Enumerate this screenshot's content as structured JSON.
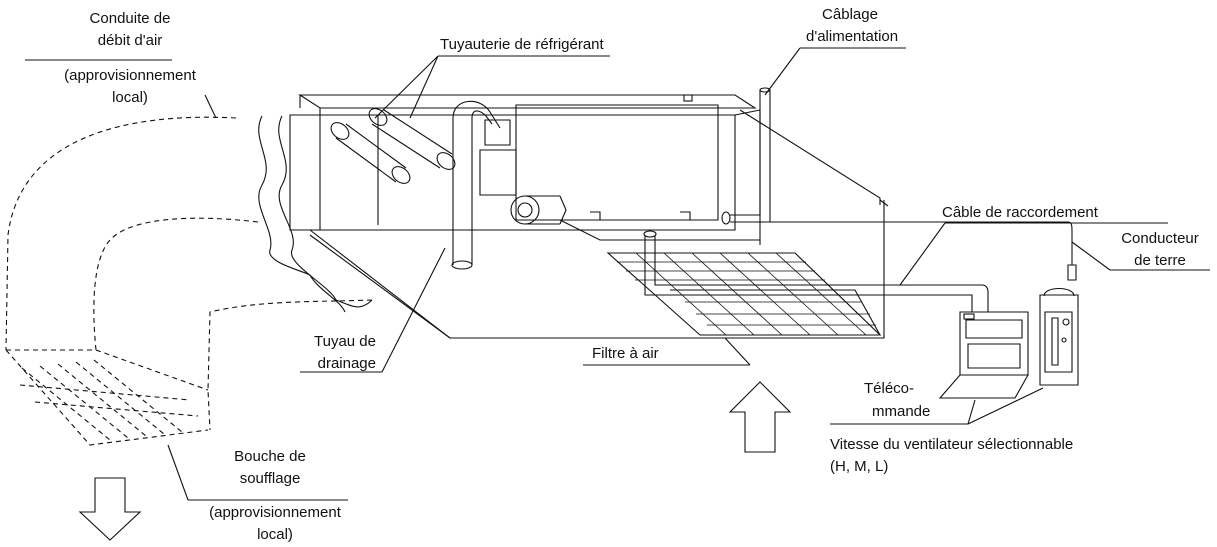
{
  "labels": {
    "duct_line1": "Conduite de",
    "duct_line2": "débit d'air",
    "duct_line3": "(approvisionnement",
    "duct_line4": "local)",
    "refrigerant_piping": "Tuyauterie de réfrigérant",
    "power_wiring_line1": "Câblage",
    "power_wiring_line2": "d'alimentation",
    "connection_cable": "Câble de raccordement",
    "earth_line1": "Conducteur",
    "earth_line2": "de terre",
    "drain_line1": "Tuyau de",
    "drain_line2": "drainage",
    "air_filter": "Filtre à air",
    "remote_line1": "Téléco-",
    "remote_line2": "mmande",
    "fan_speed_line1": "Vitesse du ventilateur sélectionnable",
    "fan_speed_line2": "(H, M, L)",
    "outlet_line1": "Bouche de",
    "outlet_line2": "soufflage",
    "outlet_line3": "(approvisionnement",
    "outlet_line4": "local)"
  },
  "colors": {
    "line": "#111111",
    "background": "#ffffff"
  }
}
